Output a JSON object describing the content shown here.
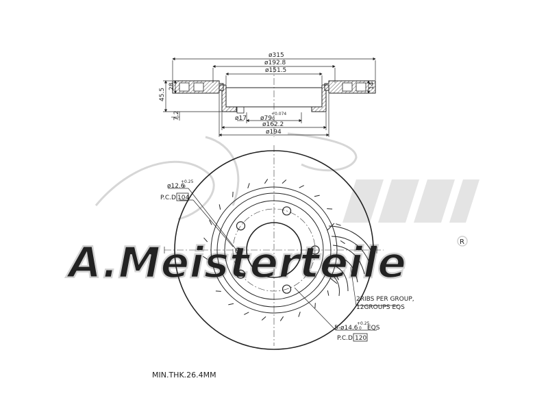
{
  "side_view": {
    "dims": {
      "outer_diameter": "ø315",
      "d1928": "ø192.8",
      "d1515": "ø151.5",
      "d17": "ø17",
      "d79": "ø79",
      "d79_tol_upper": "+0.074",
      "d79_tol_lower": "0",
      "d1622": "ø162.2",
      "d194": "ø194",
      "height_total": "45.5",
      "height_28": "28",
      "thickness": "14",
      "offset_72": "7.2"
    }
  },
  "front_view": {
    "hole_label": "ø12.6",
    "hole_tol_upper": "+0.25",
    "hole_tol_lower": "0",
    "pcd_label": "P.C.D",
    "pcd_small": "104",
    "ribs_line1": "2RIBS PER GROUP,",
    "ribs_line2": "12GROUPS EQS",
    "bolt_label_prefix": "5-ø14.6",
    "bolt_tol_upper": "+0.25",
    "bolt_tol_lower": "0",
    "bolt_label_suffix": "EQS",
    "pcd_large": "120"
  },
  "footer": {
    "min_thickness": "MIN.THK.26.4MM"
  },
  "watermark": {
    "brand": "A.Meisterteile",
    "registered": "R"
  }
}
